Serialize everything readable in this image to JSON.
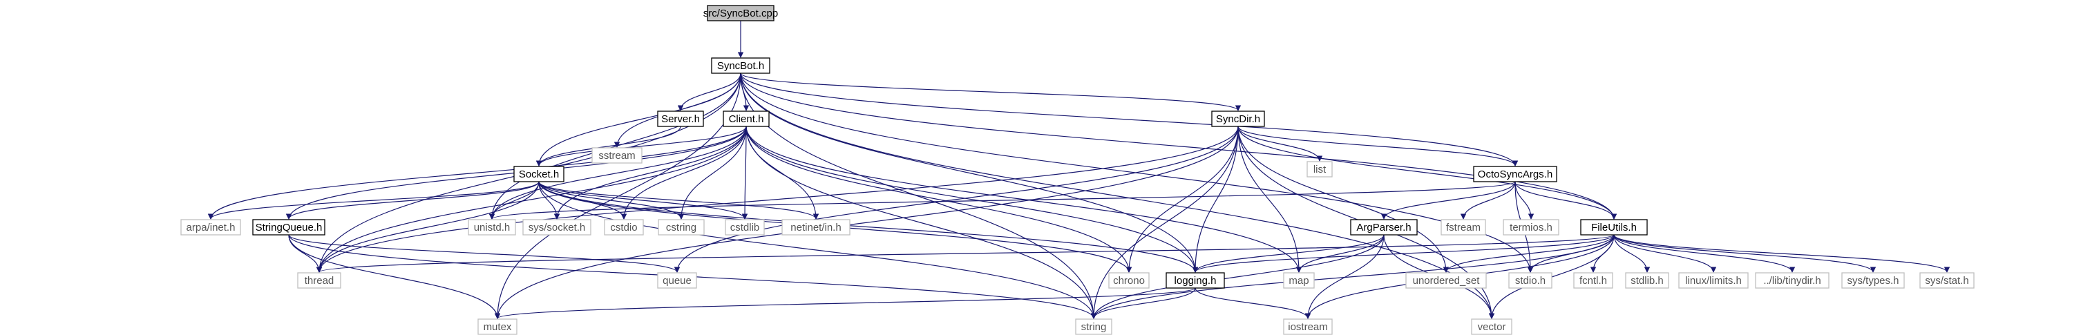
{
  "nodes": {
    "src_syncbot_cpp": "src/SyncBot.cpp",
    "syncbot_h": "SyncBot.h",
    "sstream": "sstream",
    "server_h": "Server.h",
    "client_h": "Client.h",
    "syncdir_h": "SyncDir.h",
    "socket_h": "Socket.h",
    "list": "list",
    "octosyncargs_h": "OctoSyncArgs.h",
    "arpa_inet_h": "arpa/inet.h",
    "stringqueue_h": "StringQueue.h",
    "unistd_h": "unistd.h",
    "sys_socket_h": "sys/socket.h",
    "cstdio": "cstdio",
    "cstring": "cstring",
    "cstdlib": "cstdlib",
    "netinet_in_h": "netinet/in.h",
    "fstream": "fstream",
    "termios_h": "termios.h",
    "argparser_h": "ArgParser.h",
    "fileutils_h": "FileUtils.h",
    "thread": "thread",
    "queue": "queue",
    "chrono": "chrono",
    "map": "map",
    "unordered_set": "unordered_set",
    "stdio_h": "stdio.h",
    "fcntl_h": "fcntl.h",
    "stdlib_h": "stdlib.h",
    "linux_limits_h": "linux/limits.h",
    "lib_tinydir_h": "../lib/tinydir.h",
    "sys_types_h": "sys/types.h",
    "sys_stat_h": "sys/stat.h",
    "logging_h": "logging.h",
    "mutex": "mutex",
    "string": "string",
    "iostream": "iostream",
    "vector": "vector"
  },
  "colors": {
    "edge": "#191970",
    "node_border": "#000000",
    "node_border_system": "#bfbfbf",
    "node_fill": "#ffffff",
    "node_fill_root": "#bfbfbf",
    "text": "#000000",
    "text_system": "#555555"
  }
}
